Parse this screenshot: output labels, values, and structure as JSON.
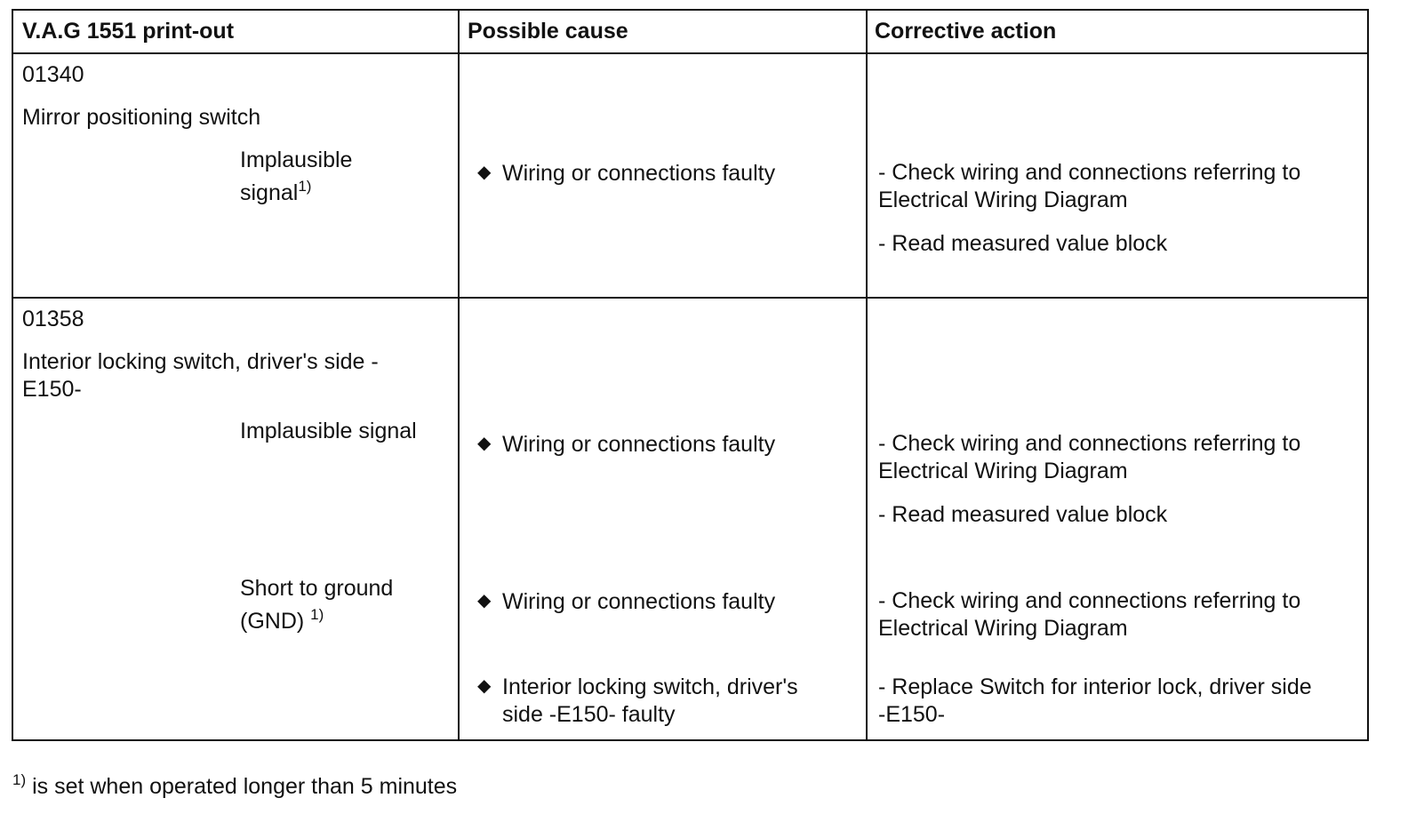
{
  "headers": {
    "printout": "V.A.G 1551 print-out",
    "cause": "Possible cause",
    "action": "Corrective action"
  },
  "rows": [
    {
      "code": "01340",
      "component": "Mirror positioning switch",
      "faults": [
        {
          "fault_line1": "Implausible",
          "fault_line2": "signal",
          "fault_note": "1)",
          "cause": "Wiring or connections faulty",
          "action_line1": "- Check wiring and connections referring to",
          "action_line2": "Electrical Wiring Diagram",
          "action2": "- Read measured value block"
        }
      ]
    },
    {
      "code": "01358",
      "component_line1": "Interior locking switch, driver's side -",
      "component_line2": "E150-",
      "faults": [
        {
          "fault": "Implausible signal",
          "cause": "Wiring or connections faulty",
          "action_line1": "- Check wiring and connections referring to",
          "action_line2": "Electrical Wiring Diagram",
          "action2": "- Read measured value block"
        },
        {
          "fault_line1": "Short to ground",
          "fault_line2": "(GND)",
          "fault_note": "1)",
          "cause": "Wiring or connections faulty",
          "action_line1": "- Check wiring and connections referring to",
          "action_line2": "Electrical Wiring Diagram",
          "cause2_line1": "Interior locking switch, driver's",
          "cause2_line2": "side -E150- faulty",
          "action3_line1": "- Replace Switch for interior lock, driver side",
          "action3_line2": "-E150-"
        }
      ]
    }
  ],
  "bullet_glyph": "◆",
  "footnote": {
    "marker": "1)",
    "text": "is set when operated longer than 5 minutes"
  }
}
